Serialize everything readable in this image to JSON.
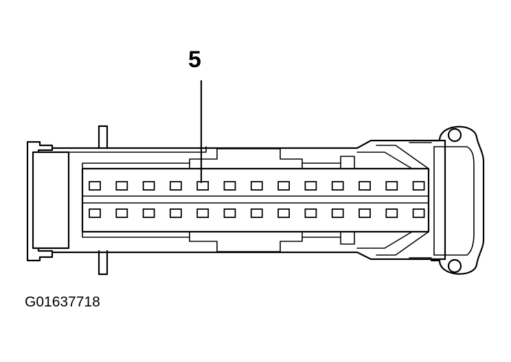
{
  "callout": {
    "label": "5"
  },
  "figure_id": "G01637718",
  "connector": {
    "pin_rows": 2,
    "pins_per_row": 13,
    "highlighted_pin": {
      "row": 1,
      "column": 5
    }
  }
}
